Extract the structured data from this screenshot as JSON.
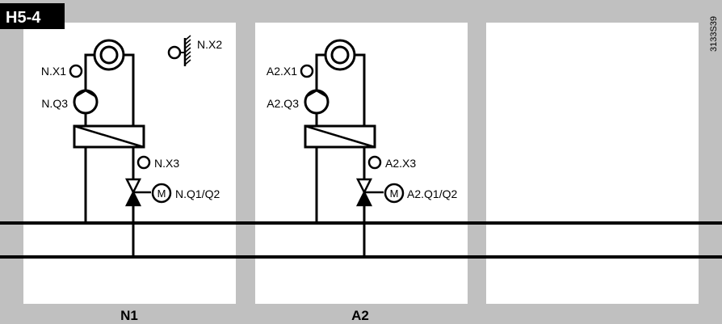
{
  "title": "H5-4",
  "document_id": "3133S39",
  "colors": {
    "frame": "#c0c0c0",
    "panel": "#ffffff",
    "line": "#000000",
    "title_bg": "#000000",
    "title_fg": "#ffffff"
  },
  "panels": [
    {
      "section": "N1",
      "labels": {
        "sensor_x1": "N.X1",
        "pump_q3": "N.Q3",
        "sensor_x2": "N.X2",
        "sensor_x3": "N.X3",
        "valve_actuator": "N.Q1/Q2"
      },
      "motor_symbol": "M"
    },
    {
      "section": "A2",
      "labels": {
        "sensor_x1": "A2.X1",
        "pump_q3": "A2.Q3",
        "sensor_x3": "A2.X3",
        "valve_actuator": "A2.Q1/Q2"
      },
      "motor_symbol": "M"
    },
    {
      "section": ""
    }
  ]
}
